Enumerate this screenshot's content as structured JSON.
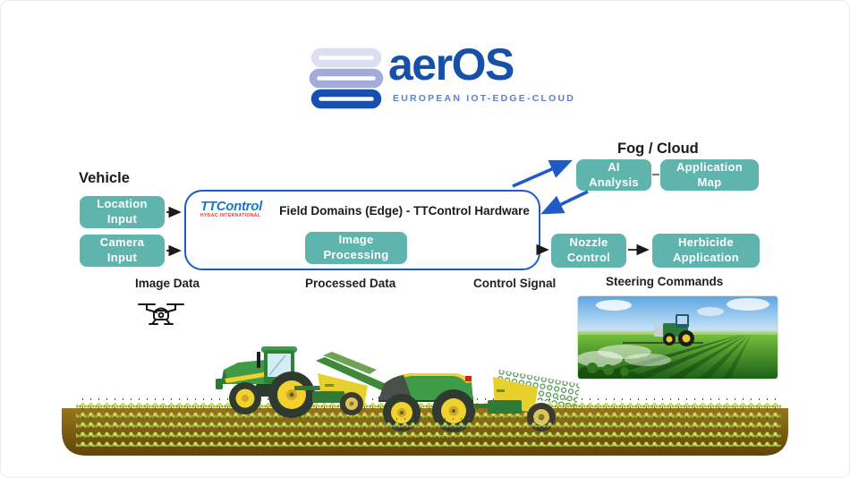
{
  "logo": {
    "brand": "aerOS",
    "tagline": "EUROPEAN IOT-EDGE-CLOUD"
  },
  "diagram": {
    "vehicle_label": "Vehicle",
    "fog_cloud_label": "Fog / Cloud",
    "edge_box": {
      "title": "Field Domains (Edge) - TTControl Hardware",
      "vendor_logo": "TTControl",
      "vendor_logo_sub": "HYDAC INTERNATIONAL"
    },
    "nodes": {
      "location_input": "Location\nInput",
      "camera_input": "Camera\nInput",
      "image_processing": "Image\nProcessing",
      "ai_analysis": "AI\nAnalysis",
      "application_map": "Application\nMap",
      "nozzle_control": "Nozzle\nControl",
      "herbicide_application": "Herbicide\nApplication"
    },
    "flow_labels": {
      "image_data": "Image Data",
      "processed_data": "Processed Data",
      "control_signal": "Control Signal",
      "steering_commands": "Steering Commands"
    }
  },
  "icons": {
    "logo_mark": "aeros-logo-icon",
    "drone": "drone-icon"
  },
  "colors": {
    "node_teal": "#5fb5ae",
    "edge_border_blue": "#1e5bc8",
    "arrow_blue": "#1e5bc8",
    "arrow_black": "#1a1a1a",
    "logo_blue": "#1750a8",
    "tagline_blue": "#5b80c8",
    "ttcontrol_blue": "#1878c8",
    "ttcontrol_red": "#e03a2f",
    "soil_brown": "#7a5c12",
    "crop_green": "#c9dc5f"
  }
}
